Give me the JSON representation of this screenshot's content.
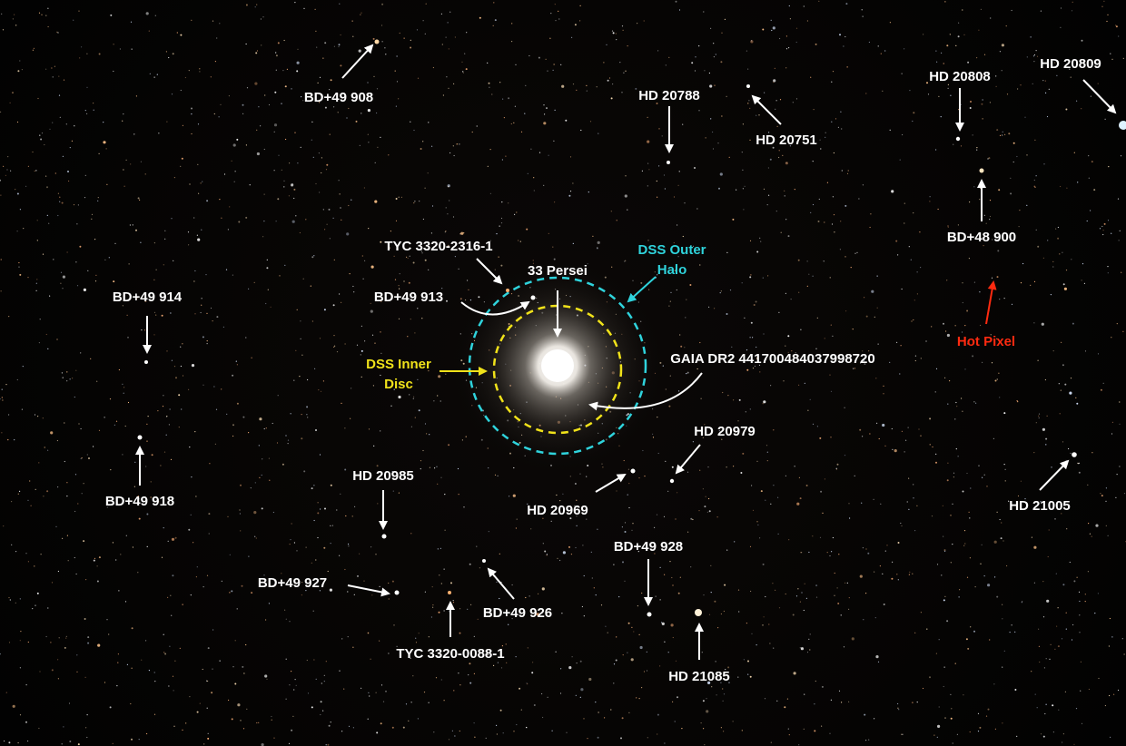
{
  "target": {
    "name": "33 Persei"
  },
  "halo_labels": {
    "outer": {
      "line1": "DSS Outer",
      "line2": "Halo",
      "color": "#2fd3dc"
    },
    "inner": {
      "line1": "DSS Inner",
      "line2": "Disc",
      "color": "#f0e21a"
    }
  },
  "annotations": {
    "bd49_908": "BD+49 908",
    "hd20788": "HD 20788",
    "hd20751": "HD 20751",
    "hd20808": "HD 20808",
    "hd20809": "HD 20809",
    "bd48_900": "BD+48 900",
    "hot_pixel": "Hot Pixel",
    "bd49_914": "BD+49 914",
    "bd49_918": "BD+49 918",
    "tyc3320_2316": "TYC 3320-2316-1",
    "bd49_913": "BD+49 913",
    "gaia": "GAIA DR2 441700484037998720",
    "hd20979": "HD 20979",
    "hd20969": "HD 20969",
    "hd20985": "HD 20985",
    "hd21005": "HD 21005",
    "bd49_928": "BD+49 928",
    "hd21085": "HD 21085",
    "bd49_927": "BD+49 927",
    "bd49_926": "BD+49 926",
    "tyc3320_0088": "TYC 3320-0088-1"
  },
  "colors": {
    "label": "#ffffff",
    "hot_pixel": "#ff2a10"
  }
}
